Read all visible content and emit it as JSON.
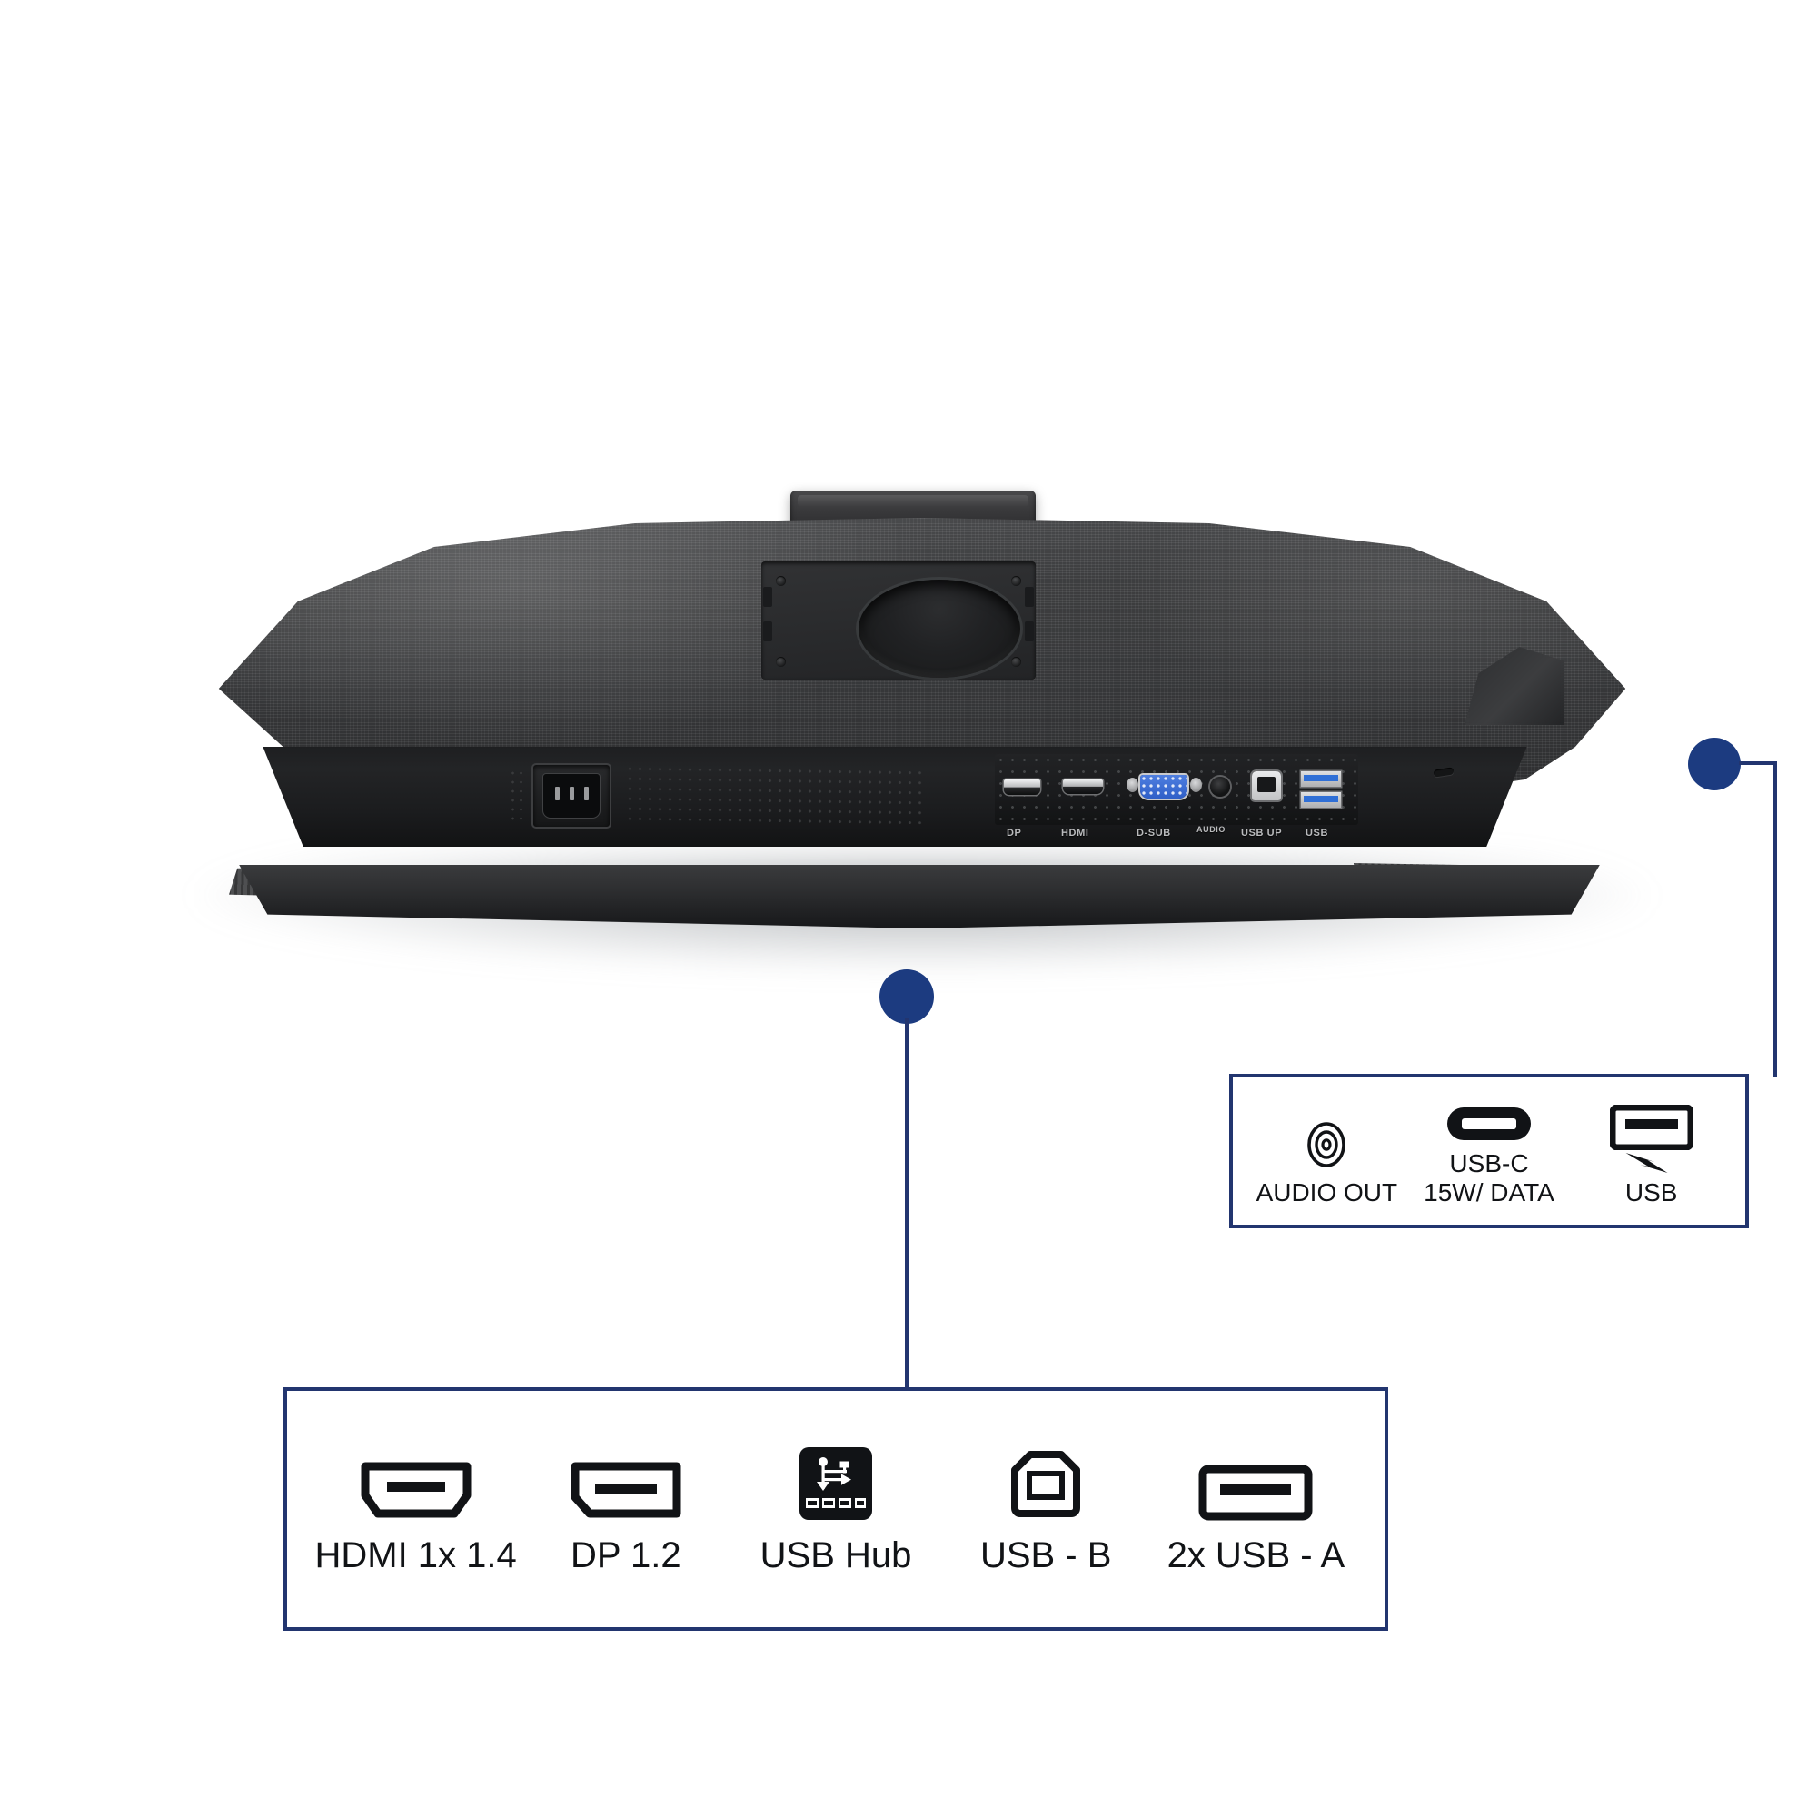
{
  "theme": {
    "accent_blue": "#22356f",
    "dot_blue": "#1c3b80",
    "icon_black": "#111316",
    "background": "#ffffff"
  },
  "product": {
    "view": "monitor-rear-view",
    "port_labels": [
      {
        "name": "displayport-label",
        "text": "DP"
      },
      {
        "name": "hdmi-label",
        "text": "HDMI"
      },
      {
        "name": "dsub-label",
        "text": "D-SUB"
      },
      {
        "name": "audio-label",
        "text": "AUDIO"
      },
      {
        "name": "usb-up-label",
        "text": "USB UP"
      },
      {
        "name": "usb-label",
        "text": "USB"
      }
    ]
  },
  "callouts": {
    "bottom": {
      "name": "rear-io-callout",
      "items": [
        {
          "icon": "hdmi-port-icon",
          "label": "HDMI 1x 1.4"
        },
        {
          "icon": "displayport-icon",
          "label": "DP 1.2"
        },
        {
          "icon": "usb-hub-icon",
          "label": "USB Hub"
        },
        {
          "icon": "usb-b-port-icon",
          "label": "USB - B"
        },
        {
          "icon": "usb-a-port-icon",
          "label": "2x USB - A"
        }
      ]
    },
    "right": {
      "name": "side-io-callout",
      "items": [
        {
          "icon": "audio-jack-icon",
          "label": "AUDIO OUT"
        },
        {
          "icon": "usb-c-port-icon",
          "label": "USB-C\n15W/ DATA"
        },
        {
          "icon": "usb-power-icon",
          "label": "USB"
        }
      ]
    }
  }
}
